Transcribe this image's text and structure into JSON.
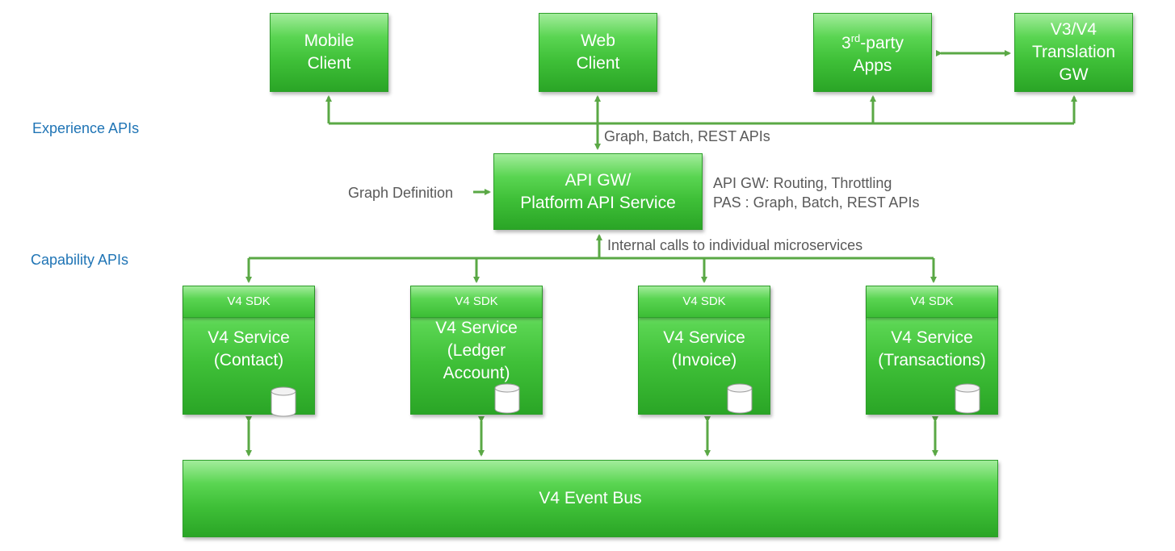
{
  "layers": {
    "experience": "Experience APIs",
    "capability": "Capability APIs"
  },
  "clients": {
    "mobile": [
      "Mobile",
      "Client"
    ],
    "web": [
      "Web",
      "Client"
    ],
    "third_party": {
      "base": "3",
      "sup": "rd",
      "rest": "-party",
      "line2": "Apps"
    },
    "translation": [
      "V3/V4",
      "Translation",
      "GW"
    ]
  },
  "gateway": {
    "lines": [
      "API GW/",
      "Platform API Service"
    ],
    "input_label": "Graph Definition",
    "top_label": "Graph, Batch, REST APIs",
    "bottom_label": "Internal calls to individual microservices",
    "notes": [
      "API GW: Routing, Throttling",
      "PAS : Graph, Batch, REST APIs"
    ]
  },
  "services": [
    {
      "sdk": "V4 SDK",
      "lines": [
        "V4 Service",
        "(Contact)"
      ]
    },
    {
      "sdk": "V4 SDK",
      "lines": [
        "V4 Service",
        "(Ledger",
        "Account)"
      ]
    },
    {
      "sdk": "V4 SDK",
      "lines": [
        "V4 Service",
        "(Invoice)"
      ]
    },
    {
      "sdk": "V4 SDK",
      "lines": [
        "V4 Service",
        "(Transactions)"
      ]
    }
  ],
  "event_bus": "V4 Event Bus",
  "colors": {
    "box_green": "#3fc038",
    "connector_green": "#5aa845",
    "layer_label_blue": "#1f74b5",
    "annotation_grey": "#595959"
  }
}
